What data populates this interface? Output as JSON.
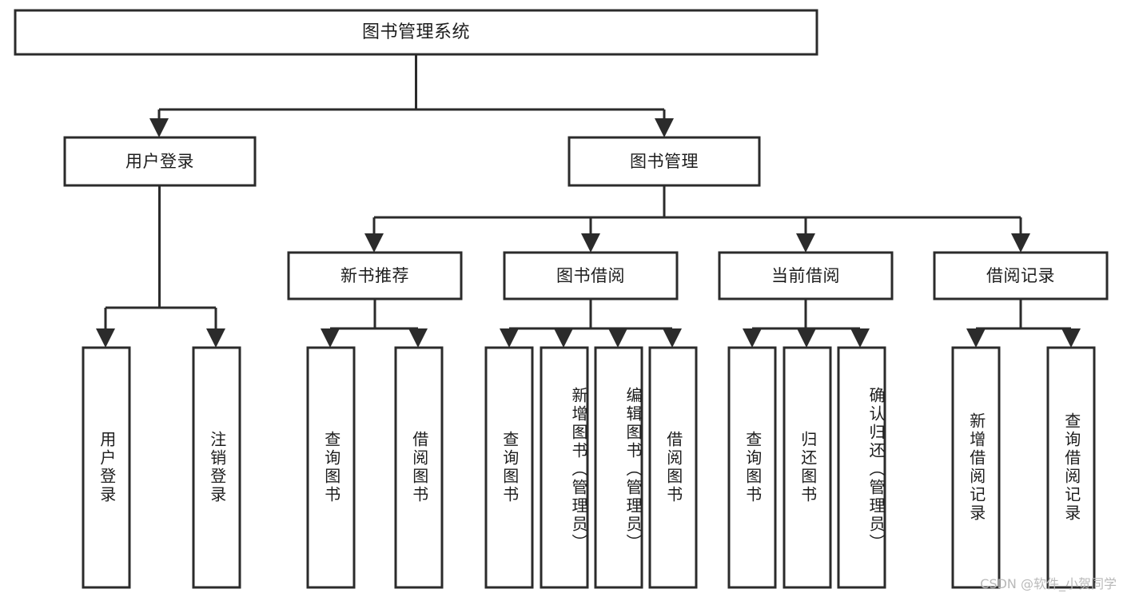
{
  "diagram": {
    "type": "hierarchy-tree",
    "title": "图书管理系统",
    "watermark": "CSDN @软件_小贺同学",
    "colors": {
      "background": "#ffffff",
      "stroke": "#2b2b2b",
      "node_fill": "#ffffff",
      "text": "#1d1d1d",
      "watermark": "#b9b9b9"
    },
    "nodes": {
      "root": {
        "label": "图书管理系统",
        "level": 0
      },
      "l1": [
        {
          "id": "user-login",
          "label": "用户登录"
        },
        {
          "id": "book-management",
          "label": "图书管理"
        }
      ],
      "l2": [
        {
          "id": "new-book-recommend",
          "label": "新书推荐"
        },
        {
          "id": "book-borrow",
          "label": "图书借阅"
        },
        {
          "id": "current-borrow",
          "label": "当前借阅"
        },
        {
          "id": "borrow-record",
          "label": "借阅记录"
        }
      ],
      "leaves": {
        "user_login": [
          {
            "id": "leaf-user-login",
            "label": "用户登录"
          },
          {
            "id": "leaf-logout",
            "label": "注销登录"
          }
        ],
        "new_book_recommend": [
          {
            "id": "leaf-query-book-1",
            "label": "查询图书"
          },
          {
            "id": "leaf-borrow-book-1",
            "label": "借阅图书"
          }
        ],
        "book_borrow": [
          {
            "id": "leaf-query-book-2",
            "label": "查询图书"
          },
          {
            "id": "leaf-add-book",
            "label": "新增图书（管理员）"
          },
          {
            "id": "leaf-edit-book",
            "label": "编辑图书（管理员）"
          },
          {
            "id": "leaf-borrow-book-2",
            "label": "借阅图书"
          }
        ],
        "current_borrow": [
          {
            "id": "leaf-query-book-3",
            "label": "查询图书"
          },
          {
            "id": "leaf-return-book",
            "label": "归还图书"
          },
          {
            "id": "leaf-confirm-return",
            "label": "确认归还（管理员）"
          }
        ],
        "borrow_record": [
          {
            "id": "leaf-add-record",
            "label": "新增借阅记录"
          },
          {
            "id": "leaf-query-record",
            "label": "查询借阅记录"
          }
        ]
      }
    }
  }
}
